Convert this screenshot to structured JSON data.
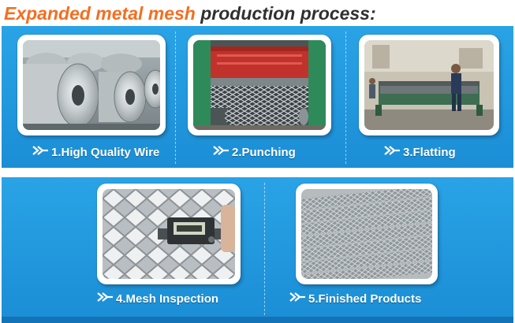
{
  "header": {
    "title_highlight": "Expanded metal mesh",
    "title_rest": "production process:"
  },
  "steps": [
    {
      "label": "1.High Quality Wire",
      "image": "steel-coils-photo"
    },
    {
      "label": "2.Punching",
      "image": "punching-machine-photo"
    },
    {
      "label": "3.Flatting",
      "image": "flatting-machine-photo"
    },
    {
      "label": "4.Mesh Inspection",
      "image": "mesh-caliper-photo"
    },
    {
      "label": "5.Finished Products",
      "image": "mesh-rolls-photo"
    }
  ],
  "colors": {
    "title_highlight": "#f36f21",
    "title_text": "#303030",
    "band": "#1b8ed6",
    "caption": "#ffffff"
  },
  "icons": {
    "caption_arrow": "double-chevron-right-icon"
  }
}
